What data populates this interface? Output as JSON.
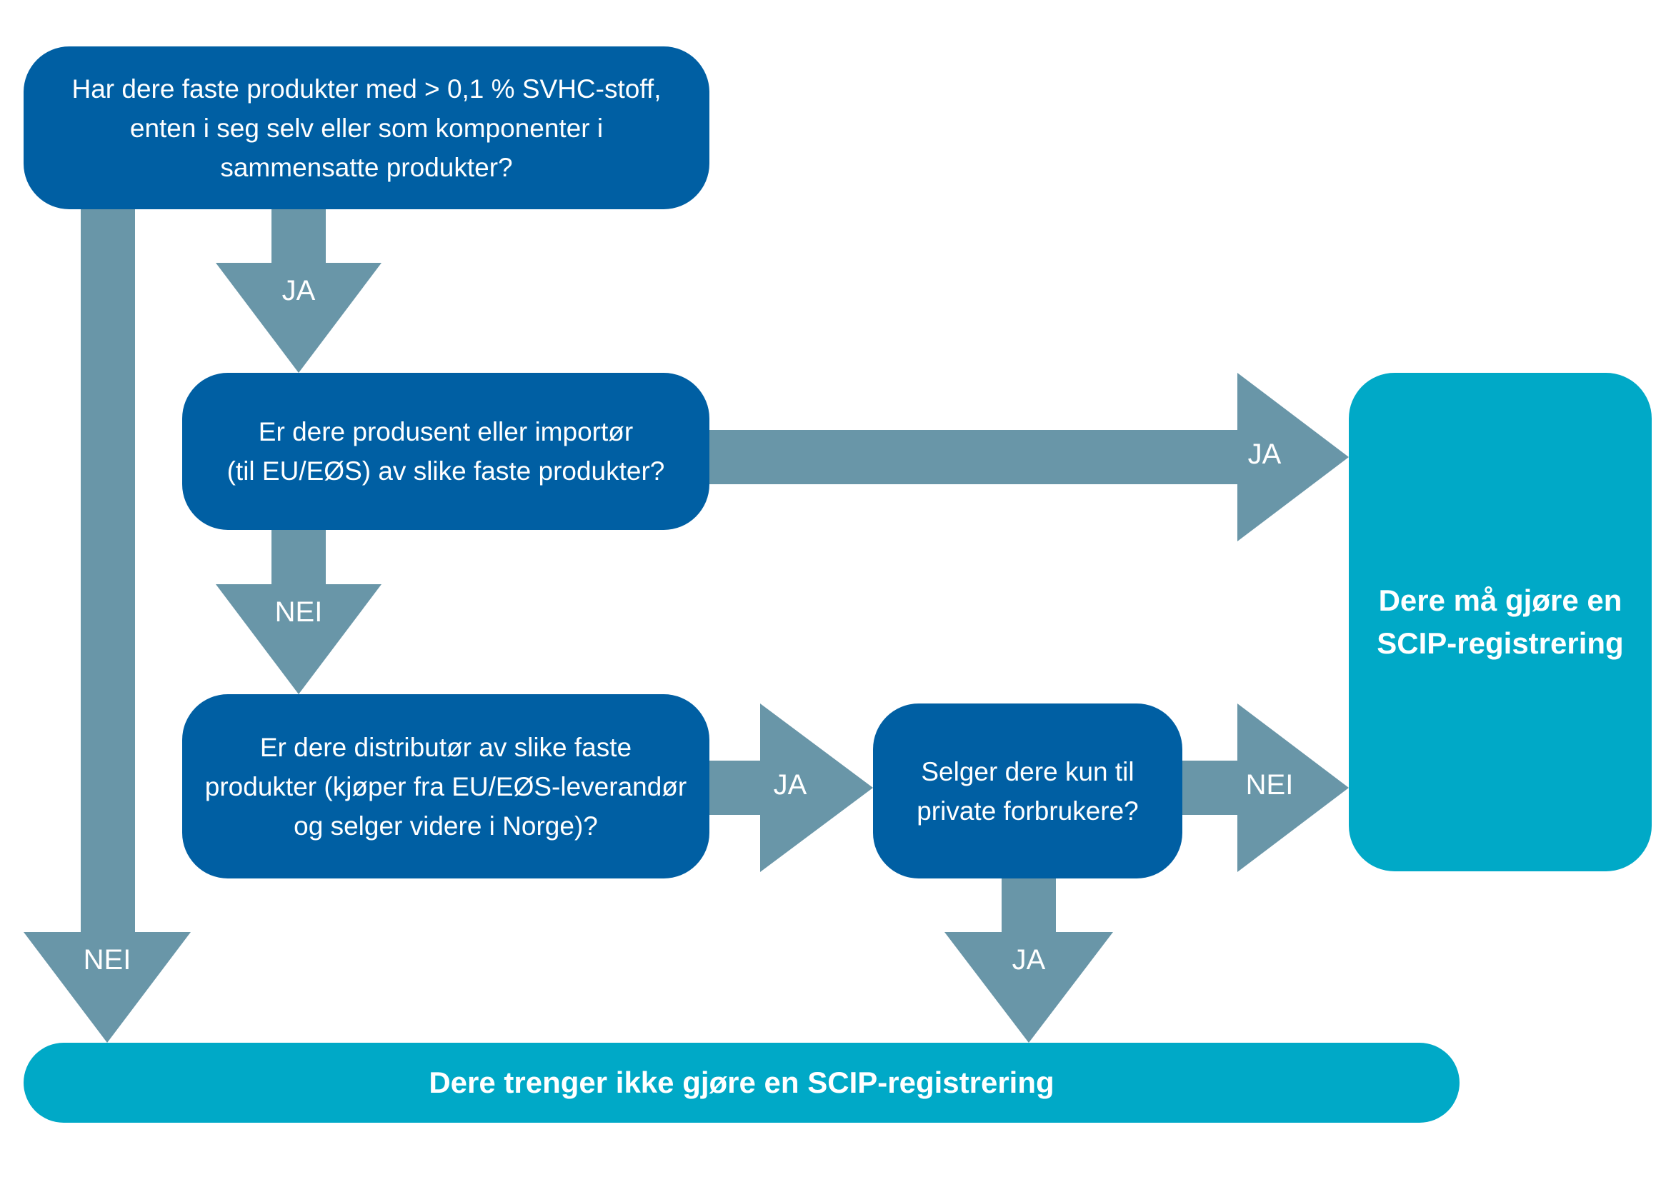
{
  "nodes": {
    "q1": "Har dere faste produkter med > 0,1 % SVHC-stoff,\nenten i seg selv eller som komponenter i\nsammensatte produkter?",
    "q2": "Er dere produsent eller importør\n(til EU/EØS) av slike faste produkter?",
    "q3": "Er dere distributør av slike faste\nprodukter (kjøper fra EU/EØS-leverandør\nog selger videre i Norge)?",
    "q4": "Selger dere kun til\nprivate forbrukere?",
    "result_yes": "Dere må gjøre en\nSCIP-registrering",
    "result_no": "Dere trenger ikke gjøre en SCIP-registrering"
  },
  "labels": {
    "q1_ja": "JA",
    "q1_nei": "NEI",
    "q2_ja": "JA",
    "q2_nei": "NEI",
    "q3_ja": "JA",
    "q4_nei": "NEI",
    "q4_ja": "JA"
  },
  "colors": {
    "question": "#005fa3",
    "result": "#00a9c7",
    "arrow": "#6996a8",
    "text": "#ffffff"
  }
}
